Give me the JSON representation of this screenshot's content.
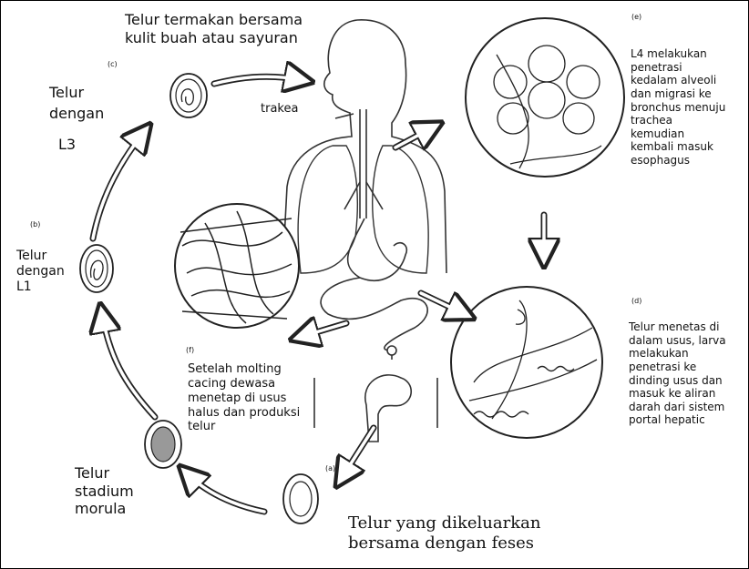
{
  "header_food": [
    "Telur termakan bersama",
    "kulit buah atau sayuran"
  ],
  "trachea_label": "trakea",
  "stage_c": {
    "tag": "(c)",
    "lines": [
      "Telur",
      "dengan",
      "",
      "L3"
    ]
  },
  "stage_b": {
    "tag": "(b)",
    "lines": [
      "Telur",
      "dengan",
      "L1"
    ]
  },
  "stage_morula": {
    "lines": [
      "Telur",
      "stadium",
      "morula"
    ]
  },
  "stage_a": {
    "tag": "(a)"
  },
  "stage_e": {
    "tag": "(e)",
    "lines": [
      "L4 melakukan",
      "penetrasi",
      "kedalam alveoli",
      "dan migrasi  ke",
      "bronchus menuju",
      "trachea",
      "kemudian",
      "kembali masuk",
      "esophagus"
    ]
  },
  "stage_d": {
    "tag": "(d)",
    "lines": [
      "Telur menetas di",
      "dalam usus, larva",
      "melakukan",
      "penetrasi ke",
      "dinding usus dan",
      "masuk ke aliran",
      "darah dari sistem",
      "portal hepatic"
    ]
  },
  "stage_f": {
    "tag": "(f)",
    "lines": [
      "Setelah molting",
      "cacing dewasa",
      "menetap di usus",
      "halus dan produksi",
      "telur"
    ]
  },
  "caption_feces": [
    "Telur yang dikeluarkan",
    "bersama dengan feses"
  ]
}
